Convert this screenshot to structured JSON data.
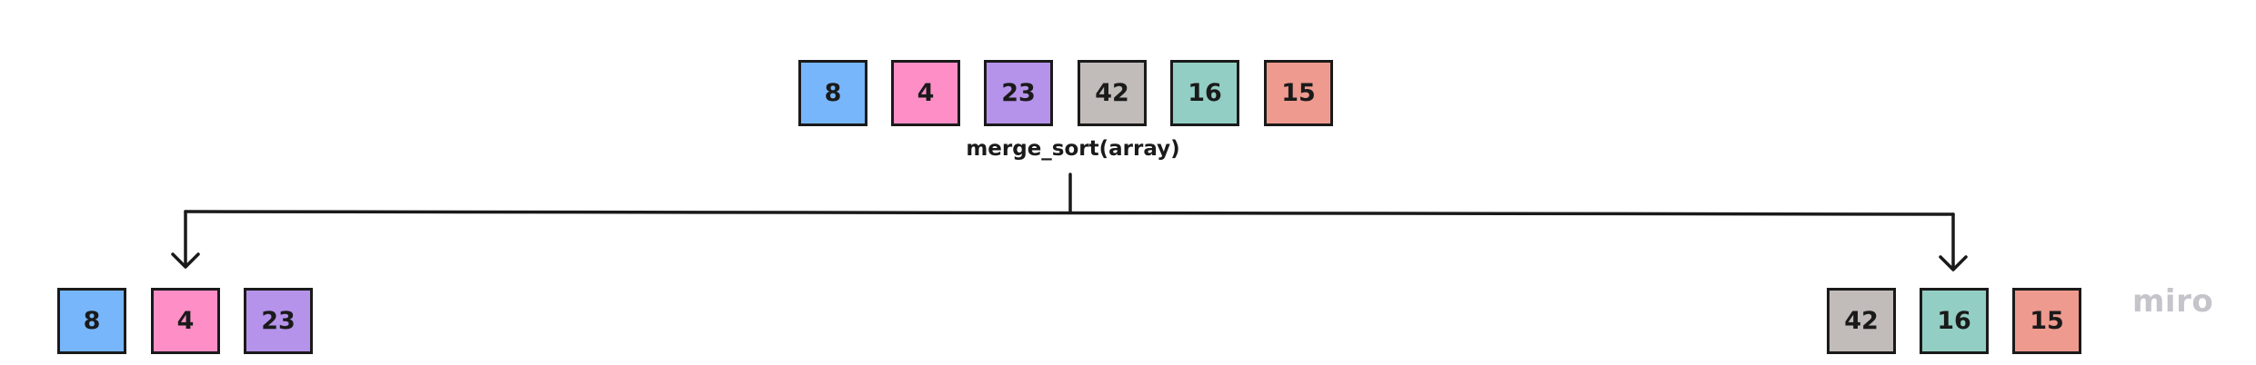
{
  "diagram": {
    "root": {
      "caption": "merge_sort(array)",
      "items": [
        {
          "label": "8",
          "color": "#77b6fb"
        },
        {
          "label": "4",
          "color": "#fd8ec6"
        },
        {
          "label": "23",
          "color": "#b593ea"
        },
        {
          "label": "42",
          "color": "#c1bbba"
        },
        {
          "label": "16",
          "color": "#92cec4"
        },
        {
          "label": "15",
          "color": "#ee9a8e"
        }
      ]
    },
    "left_half": {
      "items": [
        {
          "label": "8",
          "color": "#77b6fb"
        },
        {
          "label": "4",
          "color": "#fd8ec6"
        },
        {
          "label": "23",
          "color": "#b593ea"
        }
      ]
    },
    "right_half": {
      "items": [
        {
          "label": "42",
          "color": "#c1bbba"
        },
        {
          "label": "16",
          "color": "#92cec4"
        },
        {
          "label": "15",
          "color": "#ee9a8e"
        }
      ]
    },
    "line_color": "#1a1a1a"
  },
  "watermark": {
    "text": "miro"
  }
}
